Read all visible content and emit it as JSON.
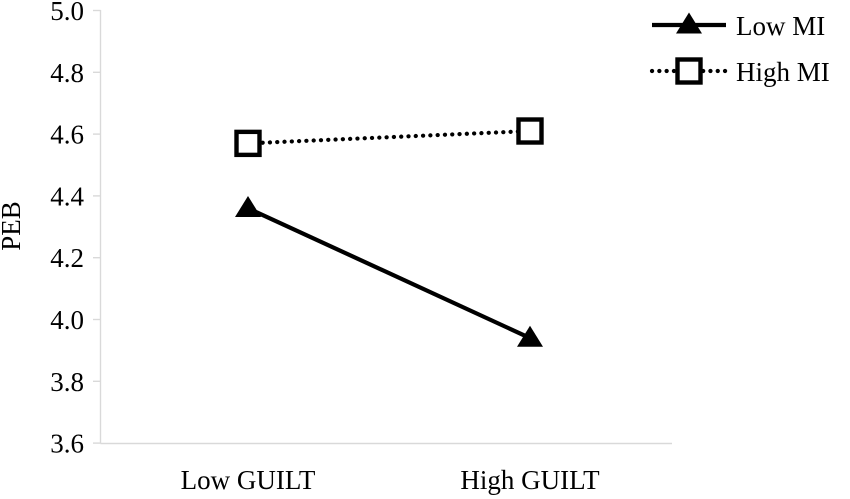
{
  "chart_data": {
    "type": "line",
    "title": "",
    "xlabel": "",
    "ylabel": "PEB",
    "categories": [
      "Low GUILT",
      "High GUILT"
    ],
    "series": [
      {
        "name": "Low MI",
        "values": [
          4.36,
          3.94
        ],
        "marker": "filled-triangle",
        "linestyle": "solid",
        "color": "#000000"
      },
      {
        "name": "High MI",
        "values": [
          4.57,
          4.61
        ],
        "marker": "open-square",
        "linestyle": "dotted",
        "color": "#000000"
      }
    ],
    "ylim": [
      3.6,
      5.0
    ],
    "ytick_values": [
      5.0,
      4.8,
      4.6,
      4.4,
      4.2,
      4.0,
      3.8,
      3.6
    ],
    "ytick_labels": [
      "5.0",
      "4.8",
      "4.6",
      "4.4",
      "4.2",
      "4.0",
      "3.8",
      "3.6"
    ],
    "grid": false,
    "legend_position": "top-right",
    "axis_color": "#d9d9d9"
  },
  "axis": {
    "y_label": "PEB",
    "y_ticks": [
      "5.0",
      "4.8",
      "4.6",
      "4.4",
      "4.2",
      "4.0",
      "3.8",
      "3.6"
    ],
    "x_ticks": [
      "Low GUILT",
      "High GUILT"
    ]
  },
  "legend": {
    "entries": [
      {
        "label": "Low MI",
        "marker": "filled-triangle",
        "linestyle": "solid"
      },
      {
        "label": "High MI",
        "marker": "open-square",
        "linestyle": "dotted"
      }
    ]
  }
}
